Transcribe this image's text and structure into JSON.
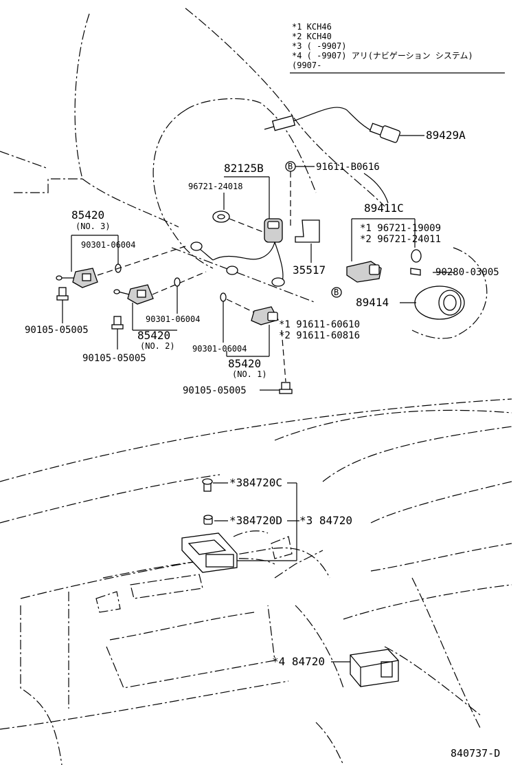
{
  "legend": {
    "row1": "*1 KCH46",
    "row2": "*2 KCH40",
    "row3": "*3 (      -9907)",
    "row4": "*4 (      -9907) アリ(ナビゲーション システム)",
    "row5": "   (9907-"
  },
  "callouts": {
    "p89429A": "89429A",
    "p82125B": "82125B",
    "p96721_24018": "96721-24018",
    "b_marker_top": "B",
    "p91611_B0616": "91611-B0616",
    "p89411C": "89411C",
    "p96721_19009": "*1  96721-19009",
    "p96721_24011": "*2  96721-24011",
    "p90280_03005": "90280-03005",
    "p89414": "89414",
    "b_marker_bottom": "B",
    "p35517": "35517",
    "p85420_no3": "85420",
    "p85420_no3_sub": "(NO. 3)",
    "p90301_06004_a": "90301-06004",
    "p90105_05005_a": "90105-05005",
    "p90301_06004_b": "90301-06004",
    "p85420_no2": "85420",
    "p85420_no2_sub": "(NO. 2)",
    "p90105_05005_b": "90105-05005",
    "p91611_60610": "*1  91611-60610",
    "p91611_60816": "*2  91611-60816",
    "p90301_06004_c": "90301-06004",
    "p85420_no1": "85420",
    "p85420_no1_sub": "(NO. 1)",
    "p90105_05005_c": "90105-05005",
    "p384720C": "*384720C",
    "p384720D": "*384720D",
    "p3_84720": "*3  84720",
    "p4_84720": "*4 84720",
    "figure_code": "840737-D"
  }
}
